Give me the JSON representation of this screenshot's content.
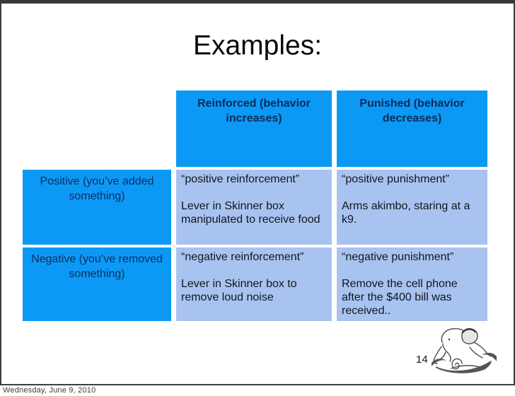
{
  "slide": {
    "title": "Examples:",
    "page_number": "14",
    "footer_date": "Wednesday, June 9, 2010"
  },
  "table": {
    "columns": [
      {
        "header": ""
      },
      {
        "header": "Reinforced (behavior increases)"
      },
      {
        "header": "Punished (behavior decreases)"
      }
    ],
    "rows": [
      {
        "label": "Positive (you’ve added something)",
        "reinforced": {
          "term": "“positive reinforcement”",
          "example": "Lever in Skinner box manipulated to receive food"
        },
        "punished": {
          "term": "“positive punishment”",
          "example": "Arms akimbo, staring at a k9."
        }
      },
      {
        "label": "Negative (you’ve removed something)",
        "reinforced": {
          "term": "“negative reinforcement”",
          "example": "Lever in Skinner box to remove loud noise"
        },
        "punished": {
          "term": "“negative punishment”",
          "example": "Remove the cell phone after the $400 bill was received.."
        }
      }
    ]
  },
  "colors": {
    "header_cell_blue": "#0c99f5",
    "body_cell_blue": "#a9c3f0",
    "header_text_navy": "#0d2b57",
    "body_text": "#11161e",
    "slide_border": "#3e3e3e"
  },
  "icons": {
    "logo": "meditating-elephant"
  }
}
